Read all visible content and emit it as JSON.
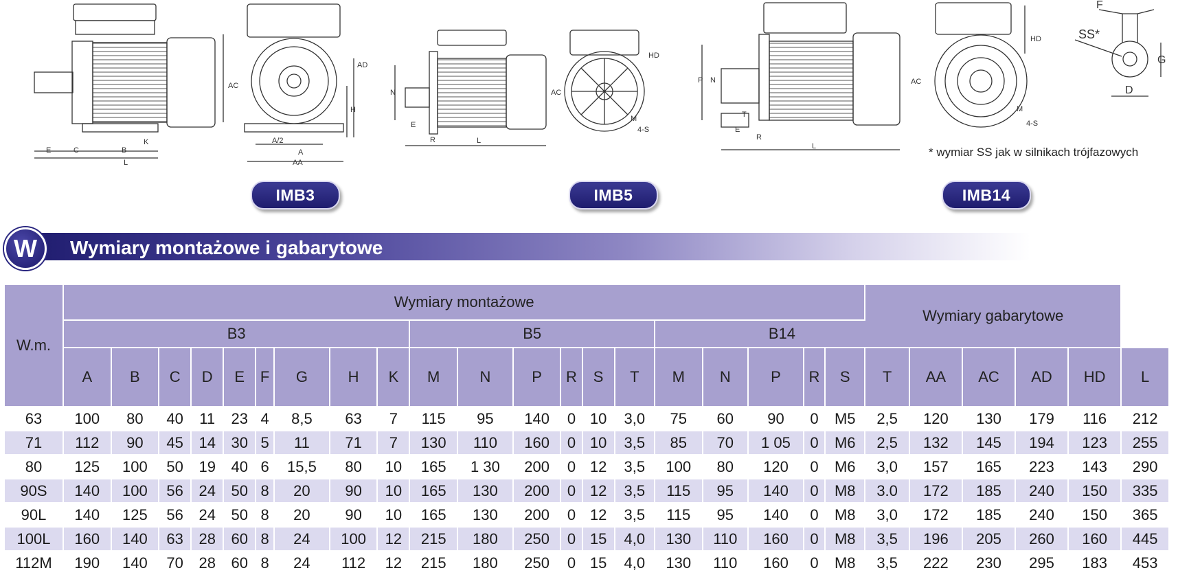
{
  "drawings": {
    "badges": [
      "IMB3",
      "IMB5",
      "IMB14"
    ],
    "labels": {
      "E": "E",
      "C": "C",
      "B": "B",
      "L": "L",
      "K": "K",
      "H": "H",
      "A": "A",
      "A2": "A/2",
      "AA": "AA",
      "AC": "AC",
      "AD": "AD",
      "N": "N",
      "M": "M",
      "S4": "4-S",
      "HD": "HD",
      "R": "R",
      "P": "P",
      "T": "T",
      "F": "F",
      "SS": "SS*",
      "G": "G",
      "D": "D"
    },
    "note": "* wymiar SS jak w silnikach trójfazowych"
  },
  "section": {
    "icon_letter": "W",
    "title": "Wymiary montażowe i gabarytowe"
  },
  "table": {
    "corner": "W.m.",
    "group_mount": "Wymiary montażowe",
    "group_overall": "Wymiary gabarytowe",
    "subgroups": [
      "B3",
      "B5",
      "B14"
    ],
    "columns": [
      "A",
      "B",
      "C",
      "D",
      "E",
      "F",
      "G",
      "H",
      "K",
      "M",
      "N",
      "P",
      "R",
      "S",
      "T",
      "M",
      "N",
      "P",
      "R",
      "S",
      "T",
      "AA",
      "AC",
      "AD",
      "HD",
      "L"
    ],
    "rows": [
      [
        "63",
        "100",
        "80",
        "40",
        "11",
        "23",
        "4",
        "8,5",
        "63",
        "7",
        "115",
        "95",
        "140",
        "0",
        "10",
        "3,0",
        "75",
        "60",
        "90",
        "0",
        "M5",
        "2,5",
        "120",
        "130",
        "179",
        "116",
        "212"
      ],
      [
        "71",
        "112",
        "90",
        "45",
        "14",
        "30",
        "5",
        "11",
        "71",
        "7",
        "130",
        "110",
        "160",
        "0",
        "10",
        "3,5",
        "85",
        "70",
        "1 05",
        "0",
        "M6",
        "2,5",
        "132",
        "145",
        "194",
        "123",
        "255"
      ],
      [
        "80",
        "125",
        "100",
        "50",
        "19",
        "40",
        "6",
        "15,5",
        "80",
        "10",
        "165",
        "1 30",
        "200",
        "0",
        "12",
        "3,5",
        "100",
        "80",
        "120",
        "0",
        "M6",
        "3,0",
        "157",
        "165",
        "223",
        "143",
        "290"
      ],
      [
        "90S",
        "140",
        "100",
        "56",
        "24",
        "50",
        "8",
        "20",
        "90",
        "10",
        "165",
        "130",
        "200",
        "0",
        "12",
        "3,5",
        "115",
        "95",
        "140",
        "0",
        "M8",
        "3.0",
        "172",
        "185",
        "240",
        "150",
        "335"
      ],
      [
        "90L",
        "140",
        "125",
        "56",
        "24",
        "50",
        "8",
        "20",
        "90",
        "10",
        "165",
        "130",
        "200",
        "0",
        "12",
        "3,5",
        "115",
        "95",
        "140",
        "0",
        "M8",
        "3,0",
        "172",
        "185",
        "240",
        "150",
        "365"
      ],
      [
        "100L",
        "160",
        "140",
        "63",
        "28",
        "60",
        "8",
        "24",
        "100",
        "12",
        "215",
        "180",
        "250",
        "0",
        "15",
        "4,0",
        "130",
        "110",
        "160",
        "0",
        "M8",
        "3,5",
        "196",
        "205",
        "260",
        "160",
        "445"
      ],
      [
        "112M",
        "190",
        "140",
        "70",
        "28",
        "60",
        "8",
        "24",
        "112",
        "12",
        "215",
        "180",
        "250",
        "0",
        "15",
        "4,0",
        "130",
        "110",
        "160",
        "0",
        "M8",
        "3,5",
        "222",
        "230",
        "295",
        "183",
        "453"
      ]
    ]
  }
}
